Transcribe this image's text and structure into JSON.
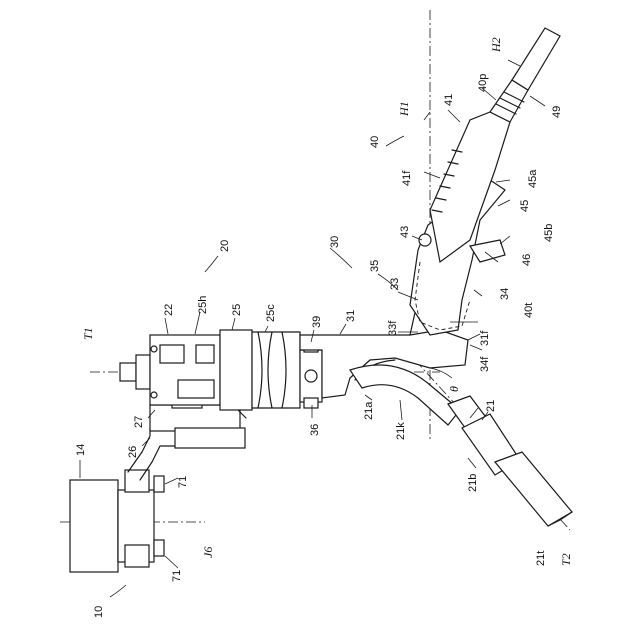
{
  "labels": {
    "l10": "10",
    "l14": "14",
    "l20": "20",
    "l21": "21",
    "l21a": "21a",
    "l21b": "21b",
    "l21k": "21k",
    "l21t": "21t",
    "l22": "22",
    "l25": "25",
    "l25c": "25c",
    "l25h": "25h",
    "l26": "26",
    "l27": "27",
    "l30": "30",
    "l31": "31",
    "l31f": "31f",
    "l33": "33",
    "l33f": "33f",
    "l34": "34",
    "l34f": "34f",
    "l35": "35",
    "l36": "36",
    "l39": "39",
    "l40": "40",
    "l40p": "40p",
    "l40t": "40t",
    "l41": "41",
    "l41f": "41f",
    "l43": "43",
    "l45": "45",
    "l45a": "45a",
    "l45b": "45b",
    "l46": "46",
    "l49": "49",
    "l71a": "71",
    "l71b": "71",
    "lJ6": "J6",
    "lT1": "T1",
    "lT2": "T2",
    "lH1": "H1",
    "lH2": "H2",
    "ltheta": "θ"
  }
}
